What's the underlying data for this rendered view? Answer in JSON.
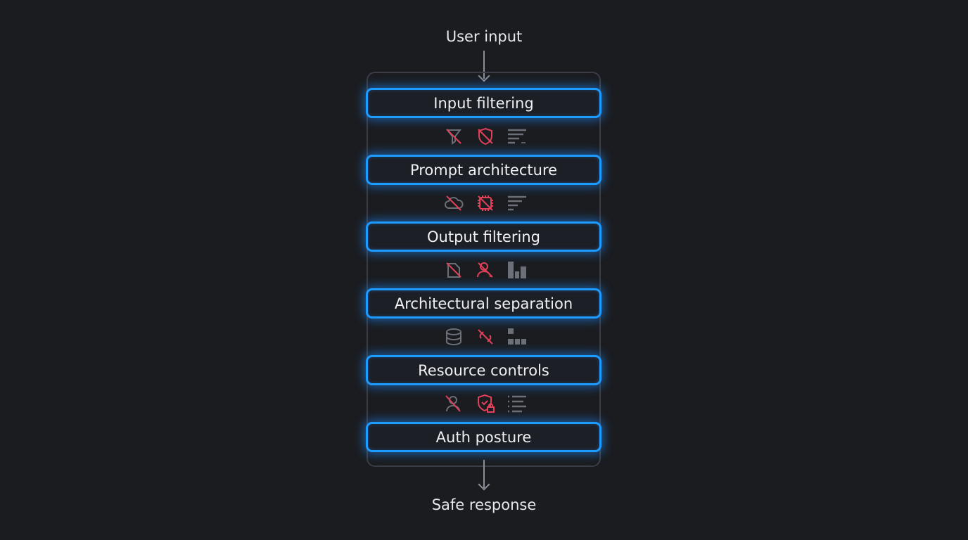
{
  "input_label": "User input",
  "output_label": "Safe response",
  "colors": {
    "accent": "#1e9bff",
    "danger": "#e0405a",
    "muted": "#6b6f78"
  },
  "layers": [
    {
      "label": "Input filtering",
      "icons": [
        "filter-off-icon",
        "shield-off-icon",
        "text-wrap-icon"
      ]
    },
    {
      "label": "Prompt architecture",
      "icons": [
        "cloud-off-icon",
        "chip-off-icon",
        "align-left-icon"
      ]
    },
    {
      "label": "Output filtering",
      "icons": [
        "file-off-icon",
        "user-off-icon",
        "bar-chart-icon"
      ]
    },
    {
      "label": "Architectural separation",
      "icons": [
        "database-icon",
        "link-off-icon",
        "hierarchy-icon"
      ]
    },
    {
      "label": "Resource controls",
      "icons": [
        "user-off-icon",
        "shield-lock-icon",
        "list-icon"
      ]
    },
    {
      "label": "Auth posture",
      "icons": []
    }
  ]
}
